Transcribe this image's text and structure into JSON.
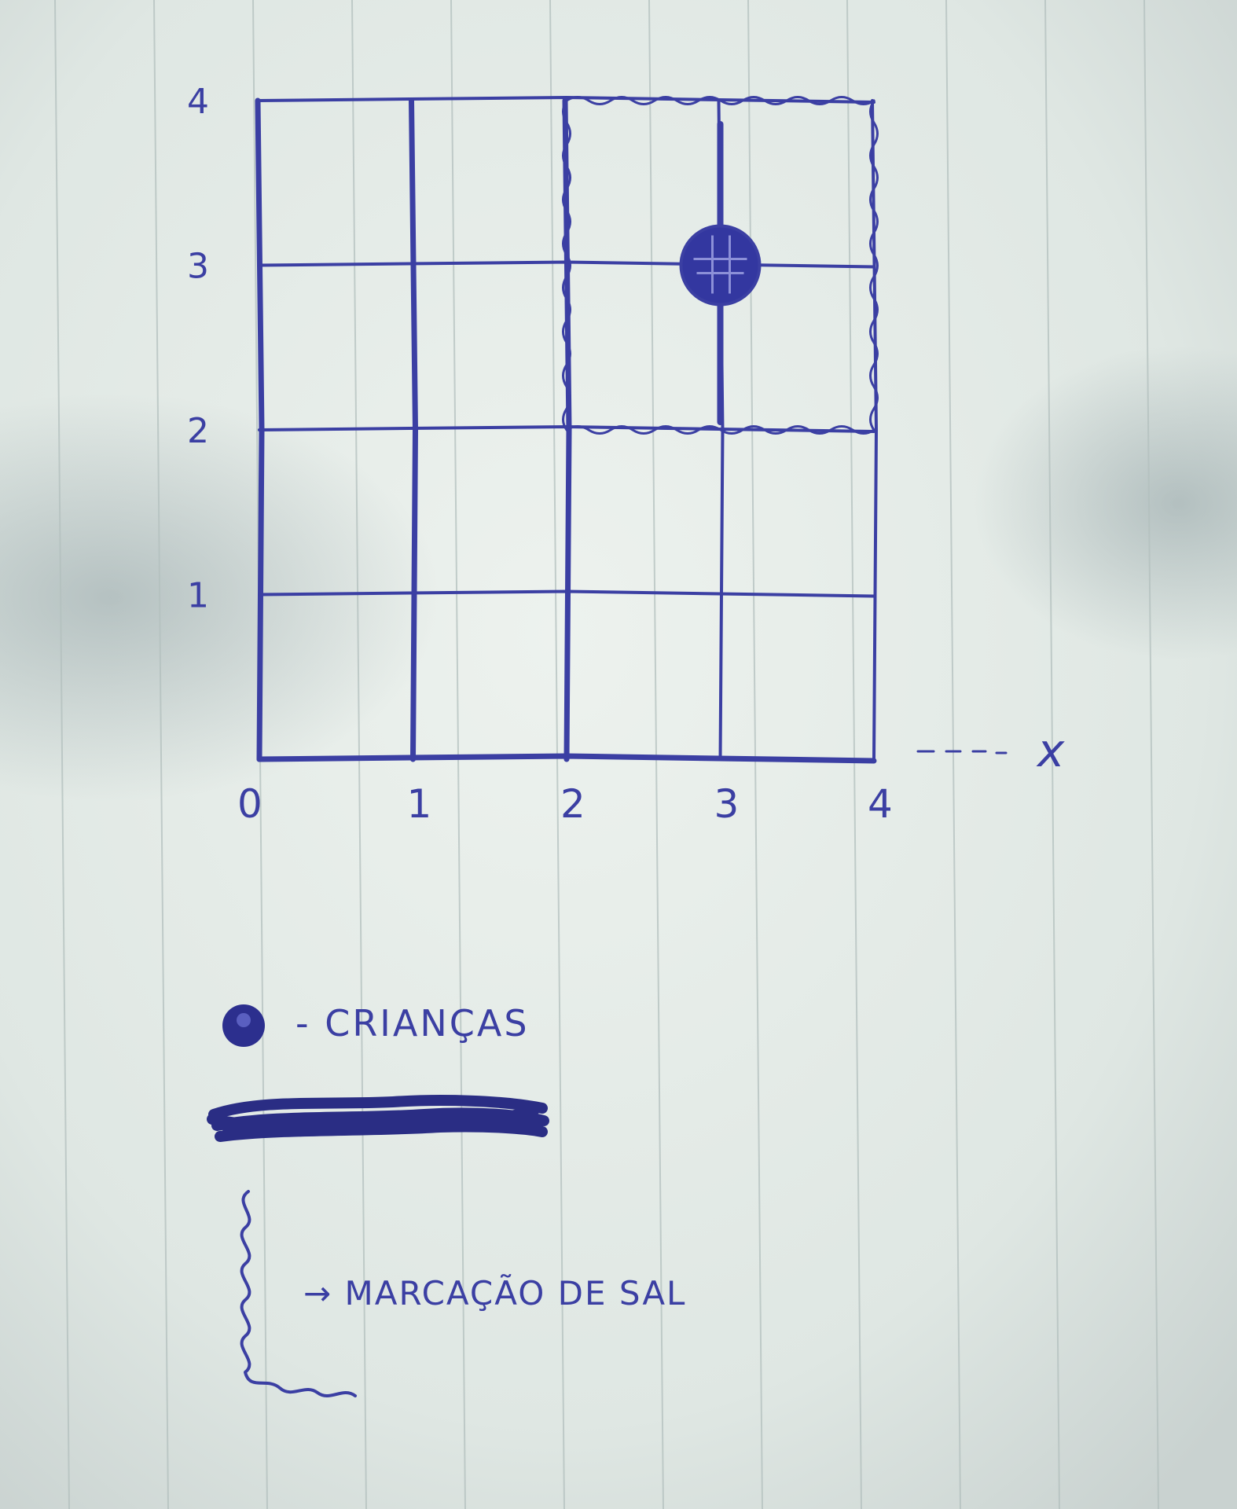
{
  "diagram": {
    "grid": {
      "x_min": 0,
      "x_max": 4,
      "y_min": 0,
      "y_max": 4
    },
    "x_ticks": [
      "0",
      "1",
      "2",
      "3",
      "4"
    ],
    "y_ticks": [
      "1",
      "2",
      "3",
      "4"
    ],
    "x_axis_label": "x",
    "marker": {
      "x": 3,
      "y": 3
    },
    "wavy_region": {
      "x_from": 2,
      "x_to": 4,
      "y_from": 2,
      "y_to": 4
    },
    "thick_vertical_lines_at_x": [
      1,
      2
    ]
  },
  "legend": {
    "marker_label": "- CRIANÇAS",
    "wavy_label": "→ MARCAÇÃO DE SAL"
  },
  "colors": {
    "ink": "#3b3fa3",
    "paper": "#e4ebe6",
    "ruling": "#b9c5c2"
  }
}
